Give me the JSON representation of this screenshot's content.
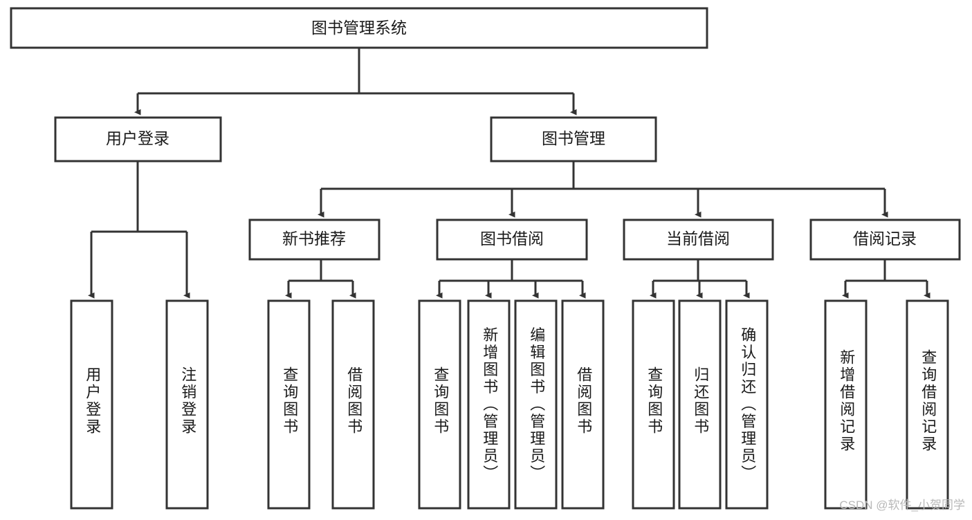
{
  "diagram": {
    "type": "tree-hierarchy-chart",
    "title": "图书管理系统",
    "background_color": "#ffffff",
    "box_stroke_color": "#333333",
    "text_color": "#1a1a1a",
    "root": {
      "label": "图书管理系统"
    },
    "level1": [
      {
        "label": "用户登录"
      },
      {
        "label": "图书管理"
      }
    ],
    "level2": [
      {
        "label": "新书推荐"
      },
      {
        "label": "图书借阅"
      },
      {
        "label": "当前借阅"
      },
      {
        "label": "借阅记录"
      }
    ],
    "leaves": {
      "user_login": [
        {
          "label": "用户登录"
        },
        {
          "label": "注销登录"
        }
      ],
      "new_book_recommend": [
        {
          "label": "查询图书"
        },
        {
          "label": "借阅图书"
        }
      ],
      "book_borrow": [
        {
          "label": "查询图书"
        },
        {
          "label": "新增图书（管理员）"
        },
        {
          "label": "编辑图书（管理员）"
        },
        {
          "label": "借阅图书"
        }
      ],
      "current_borrow": [
        {
          "label": "查询图书"
        },
        {
          "label": "归还图书"
        },
        {
          "label": "确认归还（管理员）"
        }
      ],
      "borrow_record": [
        {
          "label": "新增借阅记录"
        },
        {
          "label": "查询借阅记录"
        }
      ]
    }
  },
  "watermark": {
    "text": "CSDN @软件_小贺同学"
  }
}
